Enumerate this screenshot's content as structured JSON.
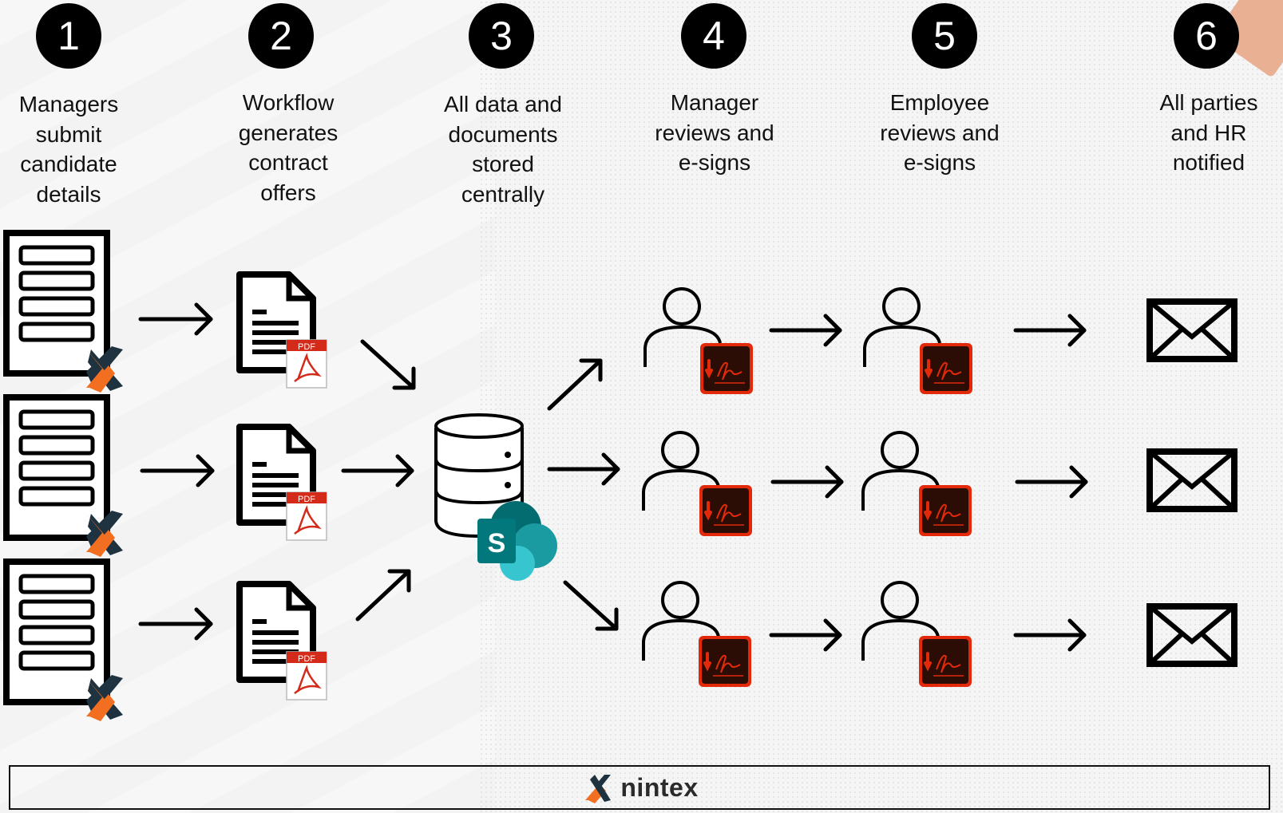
{
  "steps": [
    {
      "number": "1",
      "label": "Managers submit candidate details"
    },
    {
      "number": "2",
      "label": "Workflow generates contract offers"
    },
    {
      "number": "3",
      "label": "All data and documents stored centrally"
    },
    {
      "number": "4",
      "label": "Manager reviews and e-signs"
    },
    {
      "number": "5",
      "label": "Employee reviews and e-signs"
    },
    {
      "number": "6",
      "label": "All parties and HR notified"
    }
  ],
  "badges": {
    "pdf": "PDF",
    "sharepoint": "S"
  },
  "icons": {
    "form": "form-icon",
    "document": "document-icon",
    "pdf": "pdf-icon",
    "database": "database-icon",
    "sharepoint": "sharepoint-icon",
    "person": "person-icon",
    "esign": "adobe-sign-icon",
    "mail": "envelope-icon",
    "arrow": "arrow-icon",
    "logo": "nintex-logo"
  },
  "footer": {
    "brand": "nintex"
  },
  "colors": {
    "nintex_orange": "#f26e21",
    "nintex_dark": "#1e3240",
    "adobe_red": "#e22a0a",
    "adobe_dark": "#2b0d06",
    "sharepoint_teal": "#038387"
  }
}
